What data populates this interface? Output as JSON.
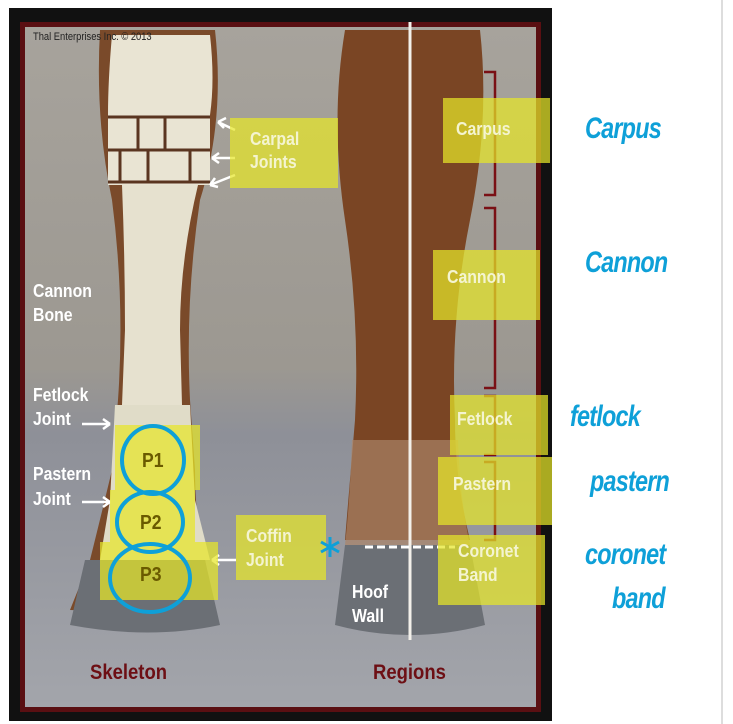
{
  "image": {
    "copyright": "Thal Enterprises Inc.   © 2013",
    "skeleton_labels": {
      "carpal_joints": [
        "Carpal",
        "Joints"
      ],
      "cannon_bone": [
        "Cannon",
        "Bone"
      ],
      "fetlock_joint": [
        "Fetlock",
        "Joint"
      ],
      "pastern_joint": [
        "Pastern",
        "Joint"
      ],
      "coffin_joint": [
        "Coffin",
        "Joint"
      ],
      "p1": "P1",
      "p2": "P2",
      "p3": "P3"
    },
    "region_labels": {
      "carpus": "Carpus",
      "cannon": "Cannon",
      "fetlock": "Fetlock",
      "pastern": "Pastern",
      "coronet_band": [
        "Coronet",
        "Band"
      ],
      "hoof_wall": [
        "Hoof",
        "Wall"
      ]
    },
    "captions": {
      "skeleton": "Skeleton",
      "regions": "Regions"
    }
  },
  "annotations": {
    "handwritten": [
      "Carpus",
      "Cannon",
      "fetlock",
      "pastern",
      "coronet",
      "band"
    ],
    "highlight_color": "#e6e628",
    "ink_color": "#0ea0d8"
  }
}
